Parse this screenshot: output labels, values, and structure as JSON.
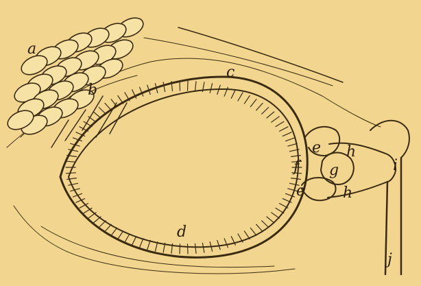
{
  "colors": {
    "paper": "#f2d58e",
    "ink": "#3a2a12",
    "gland": "#f6e2a4"
  },
  "labels": {
    "a": "a",
    "b": "b",
    "c": "c",
    "d": "d",
    "e_upper": "e",
    "e_lower": "e",
    "f": "f",
    "g": "g",
    "h_upper": "h",
    "h_lower": "h",
    "i": "i",
    "j": "j"
  }
}
